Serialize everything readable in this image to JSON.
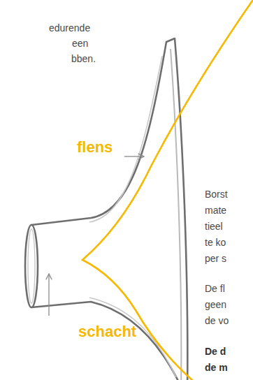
{
  "diagram": {
    "labels": [
      "edurende",
      "een",
      "bben.",
      "flens",
      "Borst",
      "mate",
      "tieel",
      "te ko",
      "per s",
      "De fl",
      "geen",
      "de vo",
      "schacht",
      "De d",
      "de m"
    ]
  }
}
